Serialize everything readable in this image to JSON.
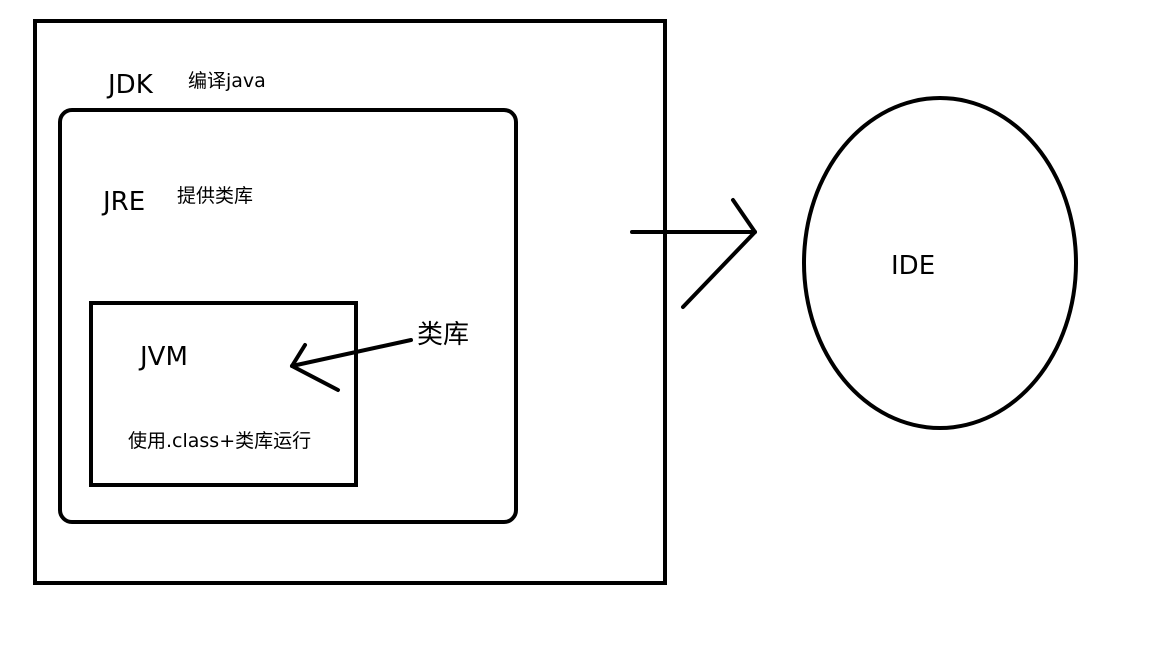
{
  "diagram": {
    "jdk": {
      "label": "JDK",
      "note": "编译java"
    },
    "jre": {
      "label": "JRE",
      "note": "提供类库"
    },
    "jvm": {
      "label": "JVM",
      "note": "使用.class+类库运行"
    },
    "library": {
      "label": "类库"
    },
    "ide": {
      "label": "IDE"
    }
  },
  "colors": {
    "stroke": "#000000",
    "background": "#ffffff"
  }
}
